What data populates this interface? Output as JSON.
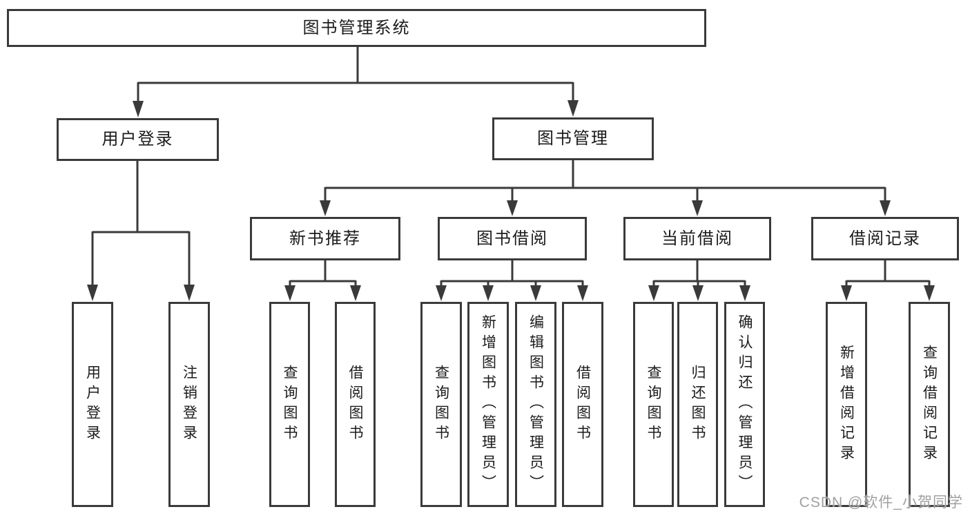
{
  "diagram": {
    "root": "图书管理系统",
    "level1": {
      "user_login": "用户登录",
      "book_management": "图书管理"
    },
    "level2": {
      "new_book_recommend": "新书推荐",
      "book_borrow": "图书借阅",
      "current_borrow": "当前借阅",
      "borrow_records": "借阅记录"
    },
    "leaves": {
      "user_login": [
        "用户登录",
        "注销登录"
      ],
      "new_book_recommend": [
        "查询图书",
        "借阅图书"
      ],
      "book_borrow": [
        "查询图书",
        "新增图书（管理员）",
        "编辑图书（管理员）",
        "借阅图书"
      ],
      "current_borrow": [
        "查询图书",
        "归还图书",
        "确认归还（管理员）"
      ],
      "borrow_records": [
        "新增借阅记录",
        "查询借阅记录"
      ]
    }
  },
  "watermark": "CSDN @软件_小贺同学",
  "colors": {
    "line": "#3a3a3a",
    "text": "#1b1b1b",
    "watermark": "#a0a0a0",
    "background": "#ffffff"
  }
}
